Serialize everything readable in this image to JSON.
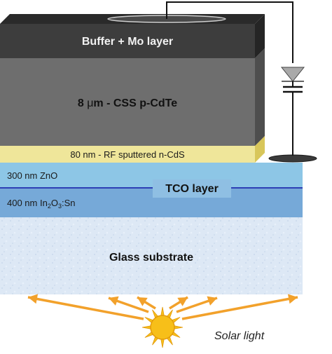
{
  "layers": {
    "buffer": "Buffer + Mo layer",
    "cdte_prefix": "8 ",
    "cdte_mu": "μ",
    "cdte_suffix": "m - CSS p-CdTe",
    "cds": "80 nm - RF sputtered n-CdS",
    "zno": "300 nm  ZnO",
    "tco": "TCO layer",
    "ito_prefix": "400 nm  In",
    "ito_sub1": "2",
    "ito_mid": "O",
    "ito_sub2": "3",
    "ito_suffix": ":Sn",
    "glass": "Glass substrate"
  },
  "illumination": {
    "label": "Solar light",
    "rays": 6
  },
  "colors": {
    "buffer_top": "#2d2d2d",
    "buffer_front": "#3c3c3c",
    "cdte_front": "#6e6e6e",
    "cdte_side": "#4c4c4c",
    "cds_front": "#efe69a",
    "cds_side": "#d8c65a",
    "zno": "#8dc6e6",
    "ito": "#76a9d8",
    "tco_line": "#2c3fb5",
    "glass": "#dbe7f4",
    "arrow": "#f2a12b",
    "sun": "#f7bf19"
  }
}
